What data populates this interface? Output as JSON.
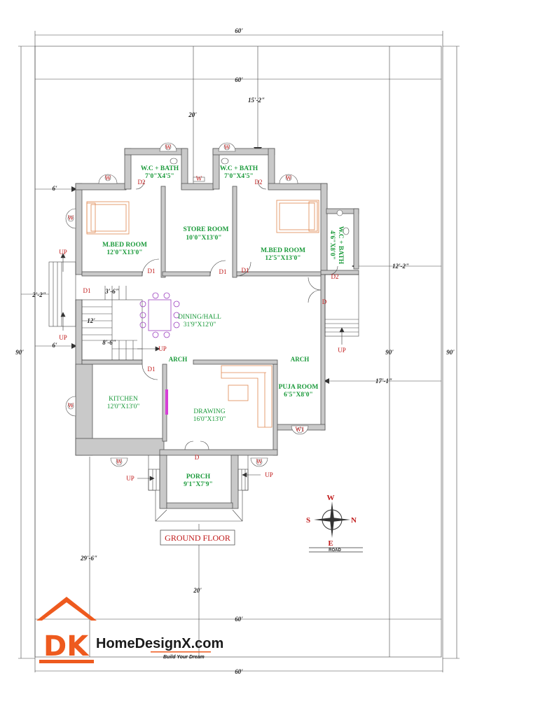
{
  "dimensions": {
    "top_outer": "60'",
    "top_inner": "60'",
    "top_left_setback": "20'",
    "top_right_setback": "15'-2\"",
    "left_total": "90'",
    "right_total": "90'",
    "right_inner": "90'",
    "left_top_gap": "6'",
    "left_mid_gap": "2'-2\"",
    "left_low_gap": "6'",
    "stair_width": "3'-6\"",
    "stair_length": "12'",
    "stair_run": "8'-6\"",
    "right_upper_gap": "12'-2\"",
    "right_lower_gap": "17'-1\"",
    "bottom_left": "29'-6\"",
    "bottom_center": "20'",
    "bottom_inner": "60'",
    "bottom_outer": "60'"
  },
  "rooms": {
    "wc_left": {
      "name": "W.C + BATH",
      "size": "7'0\"X4'5\""
    },
    "wc_right": {
      "name": "W.C + BATH",
      "size": "7'0\"X4'5\""
    },
    "wc_side": {
      "name": "W.C + BATH",
      "size": "4'6\"X8'0\""
    },
    "bed_left": {
      "name": "M.BED ROOM",
      "size": "12'0\"X13'0\""
    },
    "store": {
      "name": "STORE ROOM",
      "size": "10'0\"X13'0\""
    },
    "bed_right": {
      "name": "M.BED ROOM",
      "size": "12'5\"X13'0\""
    },
    "dining": {
      "name": "DINING/HALL",
      "size": "31'9\"X12'0\""
    },
    "kitchen": {
      "name": "KITCHEN",
      "size": "12'0\"X13'0\""
    },
    "drawing": {
      "name": "DRAWING",
      "size": "16'0\"X13'0\""
    },
    "puja": {
      "name": "PUJA ROOM",
      "size": "6'5\"X8'0\""
    },
    "porch": {
      "name": "PORCH",
      "size": "9'1\"X7'9\""
    }
  },
  "labels": {
    "d1": "D1",
    "d2": "D2",
    "d": "D",
    "w": "W",
    "w1": "W1",
    "up": "UP",
    "arch": "ARCH"
  },
  "compass": {
    "west": "W",
    "south": "S",
    "north": "N",
    "east": "E",
    "road": "ROAD"
  },
  "floor_title": "GROUND FLOOR",
  "brand": {
    "logo_letters": "DK",
    "name": "HomeDesignX.com",
    "tagline": "Build Your Dream",
    "color": "#ee5a1e"
  }
}
